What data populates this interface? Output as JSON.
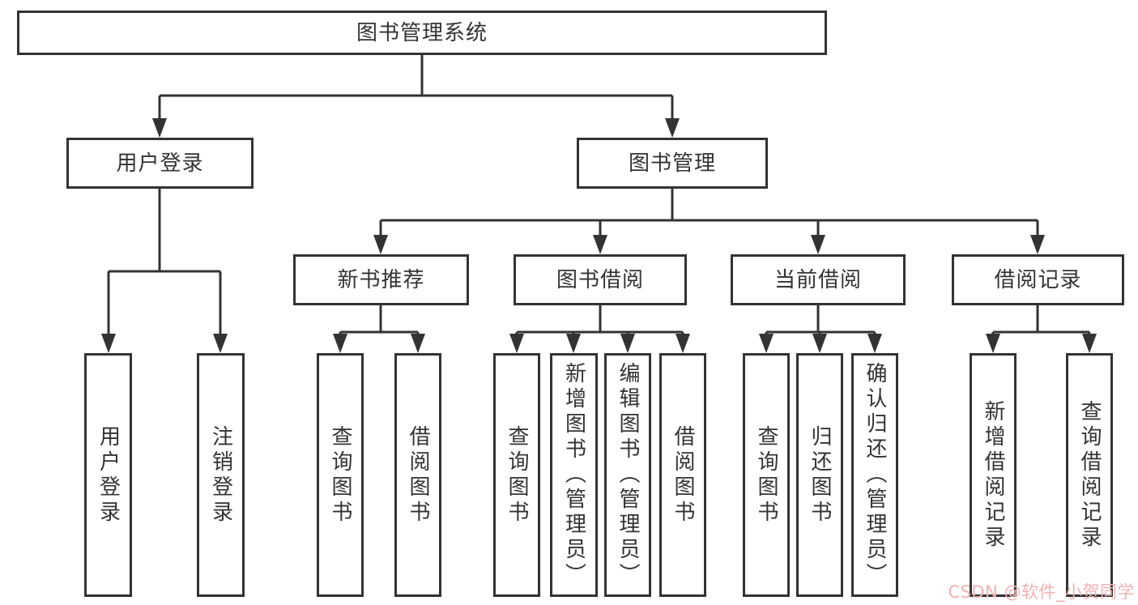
{
  "diagram": {
    "title": "图书管理系统",
    "root": {
      "label": "图书管理系统"
    },
    "branches": [
      {
        "label": "用户登录",
        "children": [
          {
            "label": "用户登录"
          },
          {
            "label": "注销登录"
          }
        ]
      },
      {
        "label": "图书管理",
        "children": [
          {
            "label": "新书推荐",
            "children": [
              {
                "label": "查询图书"
              },
              {
                "label": "借阅图书"
              }
            ]
          },
          {
            "label": "图书借阅",
            "children": [
              {
                "label": "查询图书"
              },
              {
                "label": "新增图书（管理员）"
              },
              {
                "label": "编辑图书（管理员）"
              },
              {
                "label": "借阅图书"
              }
            ]
          },
          {
            "label": "当前借阅",
            "children": [
              {
                "label": "查询图书"
              },
              {
                "label": "归还图书"
              },
              {
                "label": "确认归还（管理员）"
              }
            ]
          },
          {
            "label": "借阅记录",
            "children": [
              {
                "label": "新增借阅记录"
              },
              {
                "label": "查询借阅记录"
              }
            ]
          }
        ]
      }
    ]
  },
  "watermark": {
    "text": "CSDN @软件_小贺同学",
    "color": "#f2b1b1"
  },
  "colors": {
    "line": "#333333",
    "box_border": "#333333",
    "box_fill": "#ffffff",
    "text": "#333333"
  }
}
